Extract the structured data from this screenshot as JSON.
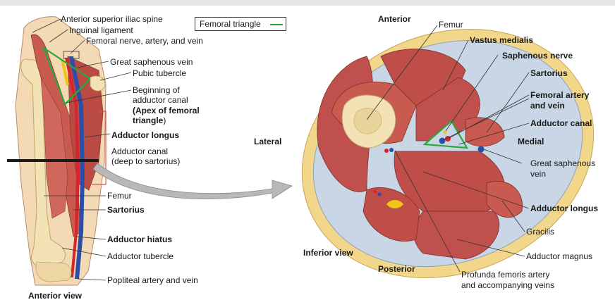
{
  "legend": {
    "label": "Femoral triangle",
    "color": "#2aa83a"
  },
  "left_labels": {
    "asis": "Anterior superior iliac spine",
    "inguinal": "Inguinal ligament",
    "femoral_nav": "Femoral nerve, artery, and vein",
    "gsv": "Great saphenous vein",
    "pubic": "Pubic tubercle",
    "begin1": "Beginning of",
    "begin2": "adductor canal",
    "apex1": "(Apex of femoral",
    "apex2": "triangle",
    "apex3": ")",
    "add_longus": "Adductor longus",
    "canal1": "Adductor canal",
    "canal2": "(deep to sartorius)",
    "femur": "Femur",
    "sartorius": "Sartorius",
    "hiatus": "Adductor hiatus",
    "tubercle": "Adductor tubercle",
    "popliteal": "Popliteal artery and vein",
    "view": "Anterior view"
  },
  "right_labels": {
    "anterior": "Anterior",
    "femur": "Femur",
    "vastus": "Vastus medialis",
    "saph_nerve": "Saphenous nerve",
    "sartorius": "Sartorius",
    "fem_av1": "Femoral artery",
    "fem_av2": "and vein",
    "add_canal": "Adductor canal",
    "medial": "Medial",
    "lateral": "Lateral",
    "gsv1": "Great saphenous",
    "gsv2": "vein",
    "add_longus": "Adductor longus",
    "gracilis": "Gracilis",
    "add_magnus": "Adductor magnus",
    "inferior": "Inferior view",
    "posterior": "Posterior",
    "profunda1": "Profunda femoris artery",
    "profunda2": "and accompanying veins"
  },
  "colors": {
    "muscle": "#c0504d",
    "skin": "#f2d68a",
    "fascia": "#c9d6e6",
    "bone": "#f3e2b3",
    "artery": "#d8242b",
    "vein": "#2b4fa8",
    "nerve": "#f0c419"
  }
}
